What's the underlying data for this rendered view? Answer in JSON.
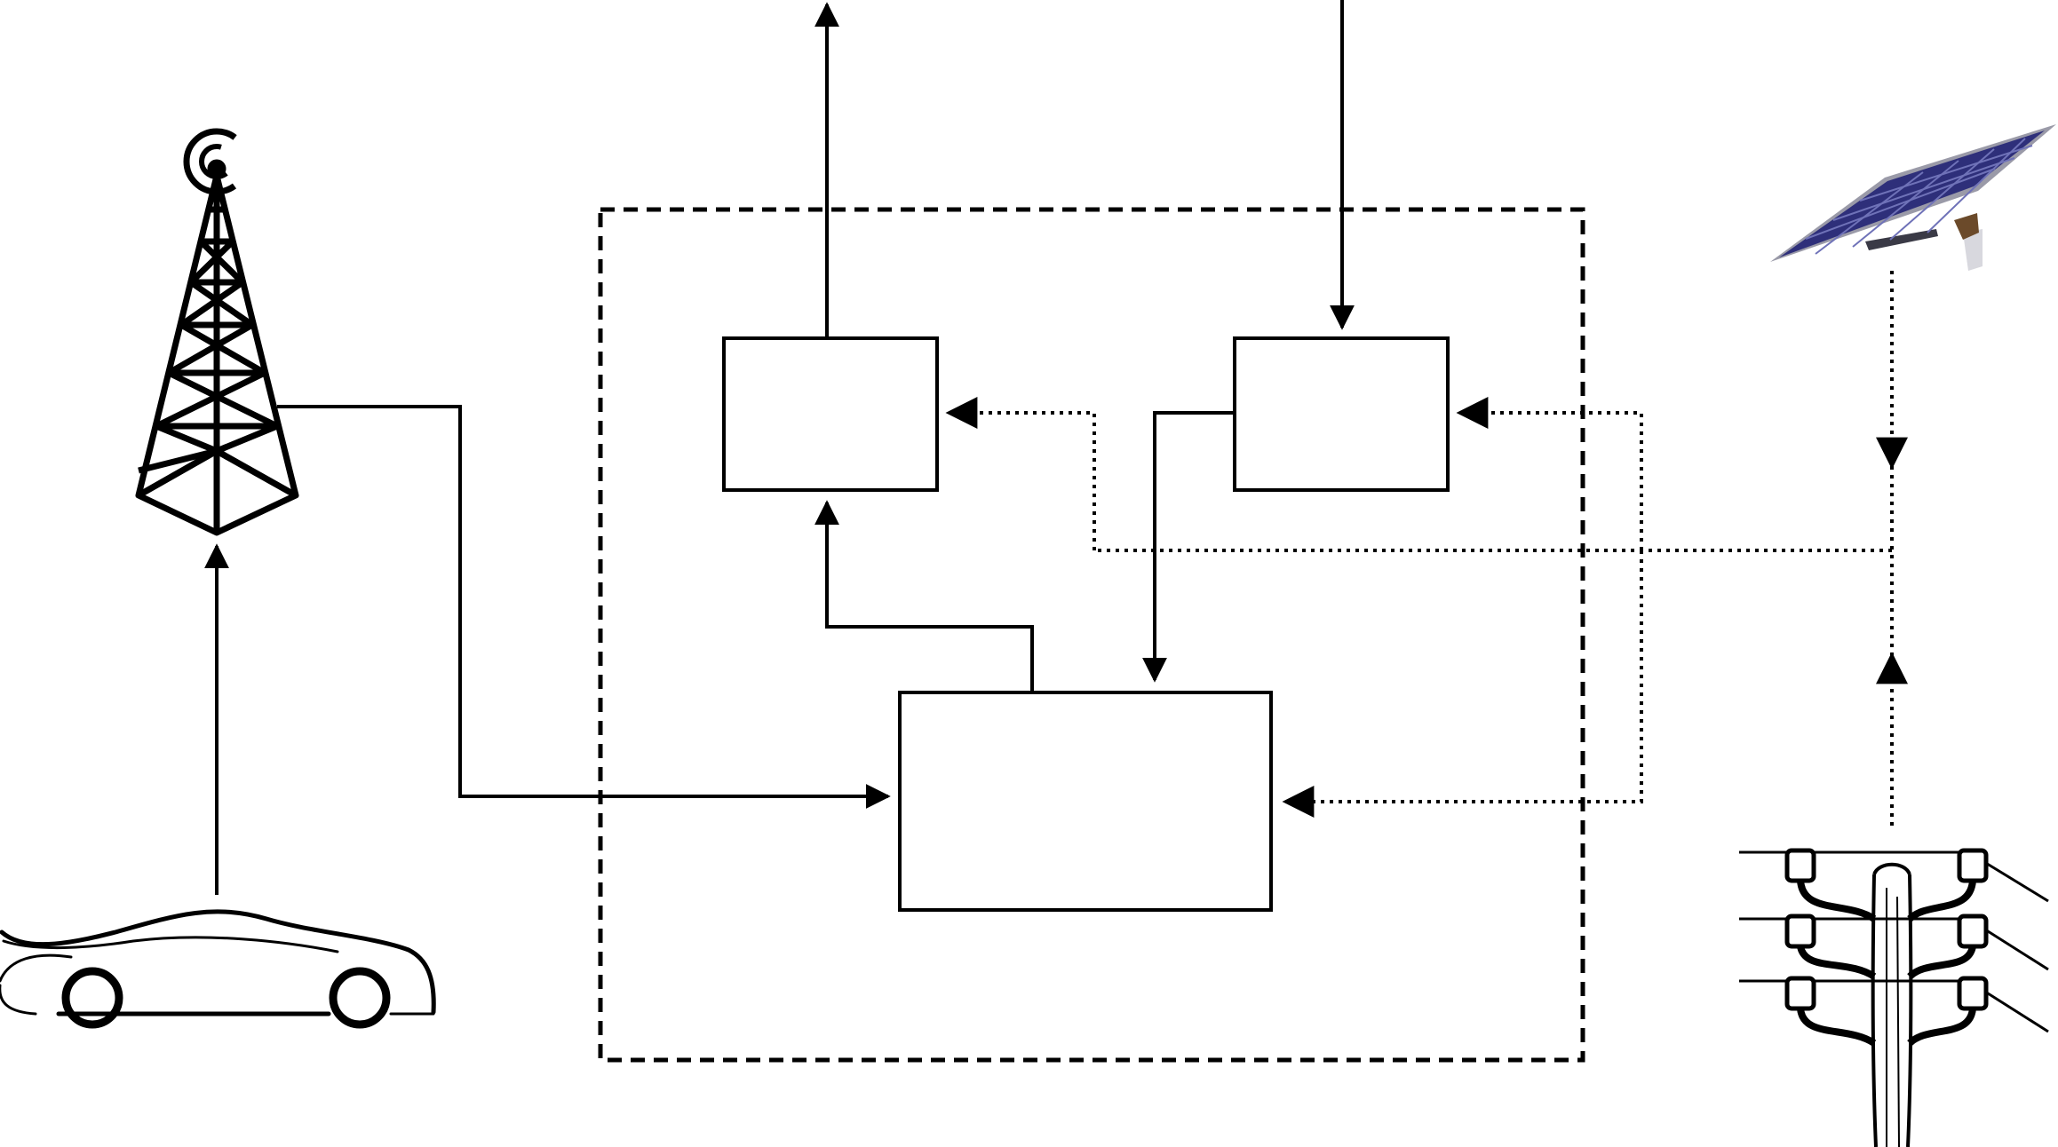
{
  "diagram": {
    "blocks": [
      {
        "id": "upper-left-block",
        "label": ""
      },
      {
        "id": "upper-right-block",
        "label": ""
      },
      {
        "id": "lower-center-block",
        "label": ""
      }
    ],
    "external_elements": [
      {
        "id": "antenna-tower",
        "icon": "antenna-tower-icon"
      },
      {
        "id": "car",
        "icon": "car-icon"
      },
      {
        "id": "solar-panel",
        "icon": "solar-panel-icon"
      },
      {
        "id": "utility-pole",
        "icon": "utility-pole-icon"
      }
    ],
    "boundary": {
      "id": "system-boundary",
      "style": "dashed"
    },
    "connections": [
      {
        "from": "car",
        "to": "antenna-tower",
        "style": "solid"
      },
      {
        "from": "antenna-tower",
        "to": "lower-center-block",
        "style": "solid"
      },
      {
        "from": "upper-left-block",
        "to": "outside-top",
        "style": "solid"
      },
      {
        "from": "outside-top",
        "to": "upper-right-block",
        "style": "solid"
      },
      {
        "from": "upper-right-block",
        "to": "lower-center-block",
        "style": "solid"
      },
      {
        "from": "lower-center-block",
        "to": "upper-left-block",
        "style": "solid"
      },
      {
        "from": "solar-panel",
        "to": "power-bus",
        "style": "dotted"
      },
      {
        "from": "utility-pole",
        "to": "power-bus",
        "style": "dotted"
      },
      {
        "from": "power-bus",
        "to": "upper-left-block",
        "style": "dotted"
      },
      {
        "from": "power-bus",
        "to": "upper-right-block",
        "style": "dotted"
      },
      {
        "from": "power-bus",
        "to": "lower-center-block",
        "style": "dotted"
      }
    ],
    "colors": {
      "line": "#000000",
      "background": "#ffffff",
      "solar_cell": "#2e2f7a",
      "solar_frame": "#9a9aa8"
    }
  }
}
